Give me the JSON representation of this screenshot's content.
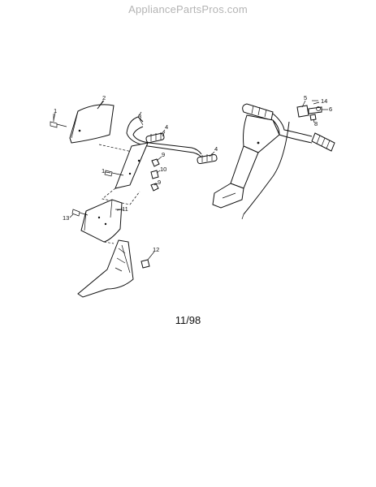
{
  "watermark": "AppliancePartsPros.com",
  "date_code": "11/98",
  "callouts": {
    "left": [
      "1",
      "2",
      "3",
      "4",
      "4",
      "9",
      "10",
      "9",
      "1",
      "11",
      "13",
      "12"
    ],
    "right": [
      "5",
      "14",
      "6",
      "8"
    ]
  }
}
